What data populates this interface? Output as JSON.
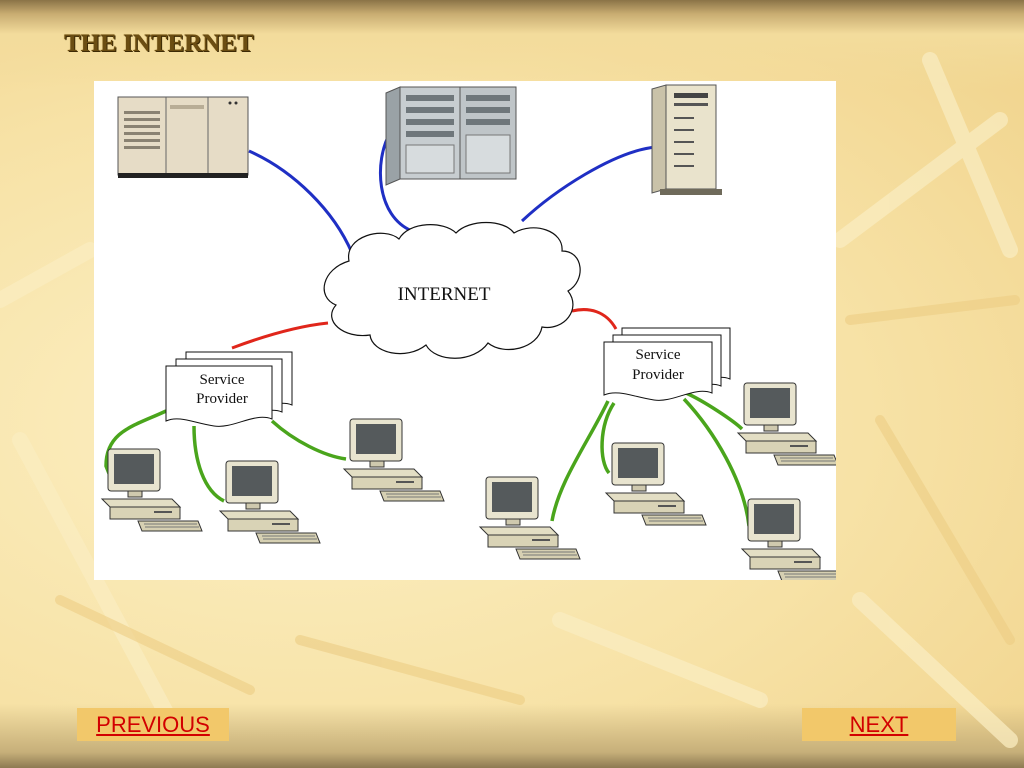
{
  "slide": {
    "title": "THE INTERNET"
  },
  "diagram": {
    "cloud_label": "INTERNET",
    "provider_left": {
      "line1": "Service",
      "line2": "Provider"
    },
    "provider_right": {
      "line1": "Service",
      "line2": "Provider"
    }
  },
  "nav": {
    "previous": "PREVIOUS",
    "next": "NEXT"
  },
  "colors": {
    "server_link": "#1f2fc4",
    "provider_link": "#e0261b",
    "client_link": "#4aa51c"
  }
}
